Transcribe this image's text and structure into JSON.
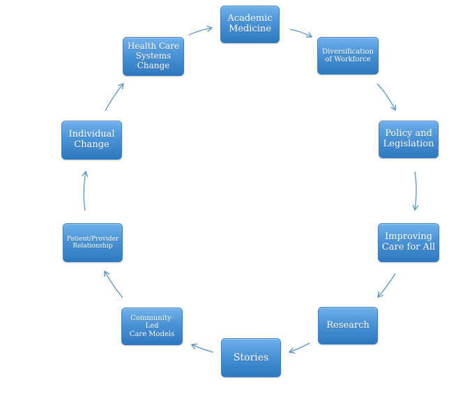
{
  "diagram": {
    "type": "cycle",
    "nodes": [
      {
        "id": "academic",
        "label": "Academic\nMedicine"
      },
      {
        "id": "diversify",
        "label": "Diversification\nof Workforce"
      },
      {
        "id": "policy",
        "label": "Policy and\nLegislation"
      },
      {
        "id": "improving",
        "label": "Improving\nCare  for All"
      },
      {
        "id": "research",
        "label": "Research"
      },
      {
        "id": "stories",
        "label": "Stories"
      },
      {
        "id": "community",
        "label": "Community-Led\nCare Models"
      },
      {
        "id": "patient",
        "label": "Patient/Provider\nRelationship"
      },
      {
        "id": "individual",
        "label": "Individual\nChange"
      },
      {
        "id": "healthcare",
        "label": "Health Care\nSystems\nChange"
      }
    ],
    "colors": {
      "box_fill": "#4a92d6",
      "box_border": "#3f7fbf",
      "box_text": "#ffffff",
      "arrow": "#5b95c8",
      "background": "#ffffff"
    }
  }
}
